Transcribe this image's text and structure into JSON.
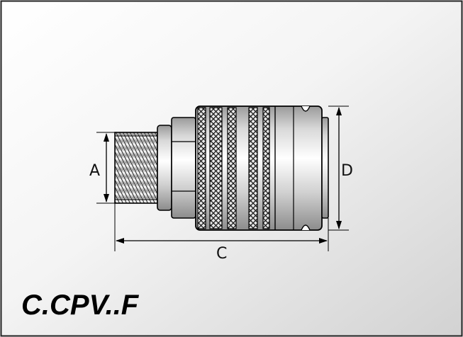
{
  "diagram": {
    "product_code": "C.CPV..F",
    "dimension_labels": {
      "a": "A",
      "c": "C",
      "d": "D"
    }
  },
  "colors": {
    "frame": "#222222",
    "background_light": "#ffffff",
    "background_dark": "#d6d6d6",
    "metal_light": "#f4f4f4",
    "metal_dark": "#8a8a8a",
    "outline": "#000000"
  }
}
